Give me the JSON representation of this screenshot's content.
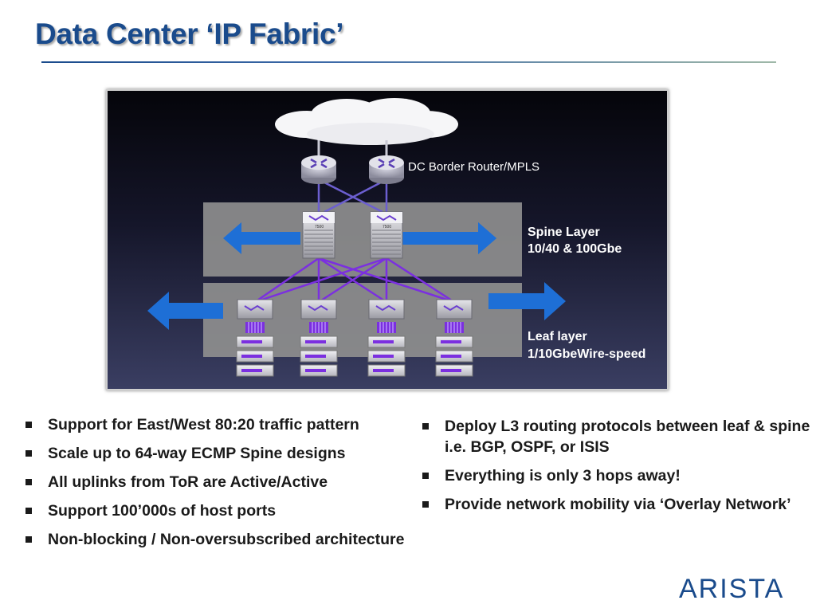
{
  "title": "Data Center ‘IP Fabric’",
  "diagram": {
    "border_router_label": "DC Border Router/MPLS",
    "spine_label_1": "Spine Layer",
    "spine_label_2": "10/40 & 100Gbe",
    "leaf_label_1": "Leaf layer",
    "leaf_label_2": "1/10GbeWire-speed",
    "spine_switch_tag": "7500",
    "link_color": "#7b2fe0",
    "arrow_color": "#1e6fd6"
  },
  "bullets_left": [
    "Support for East/West 80:20 traffic pattern",
    "Scale up to 64-way ECMP Spine designs",
    "All uplinks from ToR are Active/Active",
    "Support 100’000s of host ports",
    "Non-blocking / Non-oversubscribed architecture"
  ],
  "bullets_right": [
    "Deploy L3 routing protocols between leaf & spine i.e. BGP, OSPF, or ISIS",
    "Everything is only 3 hops away!",
    "Provide network mobility via ‘Overlay Network’"
  ],
  "logo_text": "ARISTA",
  "colors": {
    "title": "#1a4b8c",
    "logo": "#1a4b8c"
  }
}
